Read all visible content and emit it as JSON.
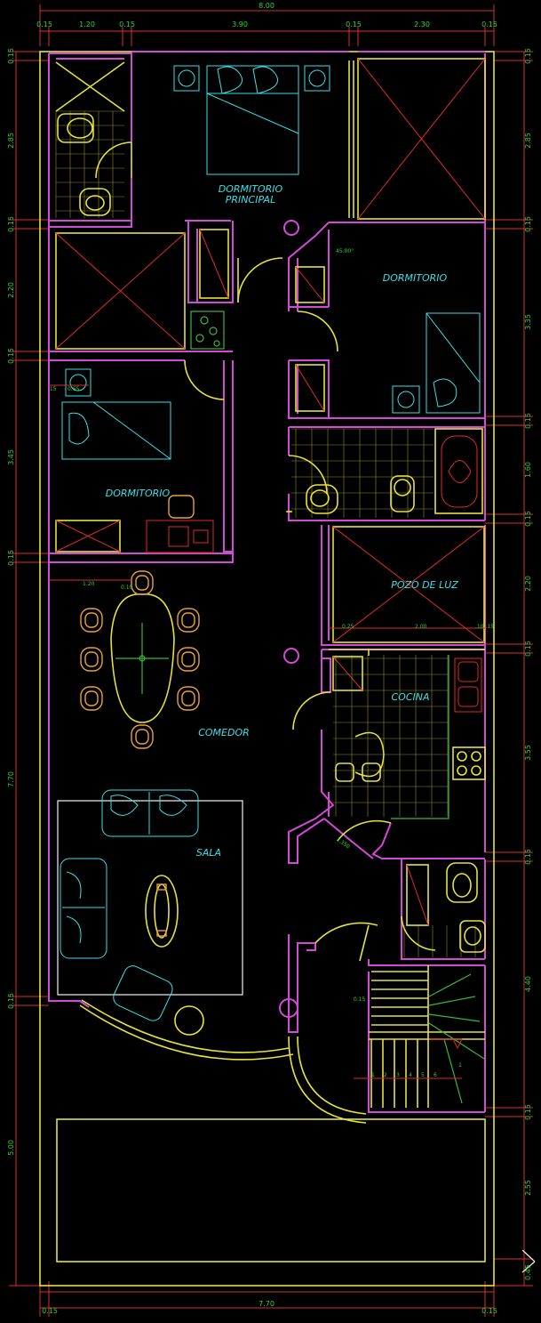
{
  "rooms": {
    "principal_line1": "DORMITORIO",
    "principal_line2": "PRINCIPAL",
    "dormitorio_right": "DORMITORIO",
    "dormitorio_left": "DORMITORIO",
    "pozo": "POZO DE LUZ",
    "cocina": "COCINA",
    "comedor": "COMEDOR",
    "sala": "SALA"
  },
  "dims_top": {
    "total": "8.00",
    "a": "0.15",
    "b": "1.20",
    "c": "0.15",
    "d": "3.90",
    "e": "0.15",
    "f": "2.30",
    "g": "0.15"
  },
  "dims_bottom": {
    "a": "0.15",
    "total": "7.70",
    "g": "0.15"
  },
  "dims_left": {
    "l1": "0.15",
    "l2": "2.85",
    "l3": "0.15",
    "l4": "2.20",
    "l5": "0.15",
    "l6": "3.45",
    "l7": "0.15",
    "l8": "7.70",
    "l9": "0.15",
    "l10": "5.00"
  },
  "dims_right": {
    "r1": "0.15",
    "r2": "2.85",
    "r3": "0.15",
    "r4": "3.35",
    "r5": "0.15",
    "r6": "1.60",
    "r7": "0.15",
    "r8": "2.20",
    "r9": "0.15",
    "r10": "3.55",
    "r11": "0.15",
    "r12": "4.40",
    "r13": "0.15",
    "r14": "2.55",
    "r15": "0.45"
  },
  "inner_dims": {
    "left_a": ".15",
    "left_b": "0.65",
    "mid_120": "1.20",
    "mid_010": "0.10",
    "pozo_a": "0.25",
    "pozo_b": "2.00",
    "pozo_c": ".10 .15",
    "angle": "45.00°",
    "diag": "1.350",
    "stair_small": "0.15",
    "steps": [
      "1",
      "2",
      "3",
      "4",
      "5",
      "6"
    ],
    "step_first": "1"
  },
  "colors": {
    "wall": "#d44ad8",
    "inner_wall": "#e6e23a",
    "dimension": "#2bd62b",
    "furniture": "#38e0e6",
    "chairs": "#e8a23a",
    "void": "#e02a2a"
  }
}
